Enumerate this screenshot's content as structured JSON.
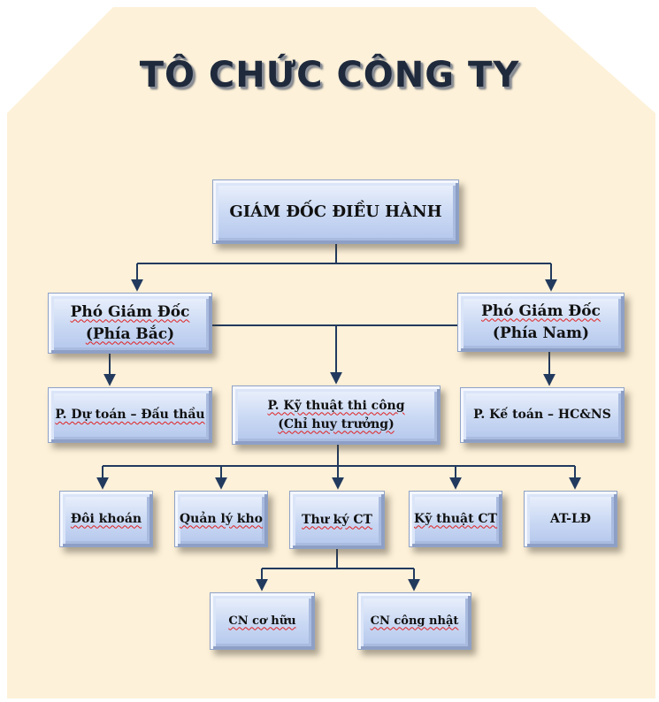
{
  "title": "TÔ CHỨC CÔNG TY",
  "colors": {
    "panel": "#fdf1d9",
    "line": "#223a5e",
    "box_top": "#eef3fd",
    "box_bottom": "#b3c6ec",
    "spell_underline": "#e02020"
  },
  "nodes": {
    "director": {
      "line1": "GIÁM ĐỐC ĐIỀU HÀNH"
    },
    "vice_north": {
      "line1": "Phó Giám Đốc",
      "line2": "(Phía Bắc)"
    },
    "vice_south": {
      "line1": "Phó Giám Đốc",
      "line2": "(Phía Nam)"
    },
    "estimate": {
      "line1": "P. Dự toán – Đấu thầu"
    },
    "technical": {
      "line1": "P. Kỹ thuật thi công",
      "line2": "(Chỉ huy trưởng)"
    },
    "accounting": {
      "line1": "P. Kế toán – HC&NS"
    },
    "team": {
      "line1": "Đôi khoán"
    },
    "warehouse": {
      "line1": "Quản lý kho"
    },
    "secretary": {
      "line1": "Thư ký CT"
    },
    "tech_ct": {
      "line1": "Kỹ thuật CT"
    },
    "safety": {
      "line1": "AT-LĐ"
    },
    "permanent": {
      "line1": "CN cơ hữu"
    },
    "daily": {
      "line1": "CN công nhật"
    }
  }
}
